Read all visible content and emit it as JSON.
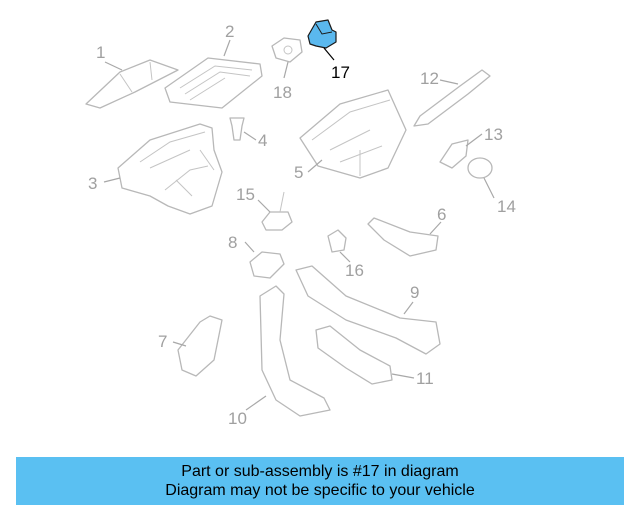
{
  "diagram": {
    "callouts": [
      "1",
      "2",
      "3",
      "4",
      "5",
      "6",
      "7",
      "8",
      "9",
      "10",
      "11",
      "12",
      "13",
      "14",
      "15",
      "16",
      "17",
      "18"
    ],
    "highlighted": "17",
    "highlight_color": "#5ab8ee"
  },
  "banner": {
    "line1": "Part or sub-assembly is #17 in diagram",
    "line2": "Diagram may not be specific to your vehicle",
    "color": "#5ac0f2"
  }
}
